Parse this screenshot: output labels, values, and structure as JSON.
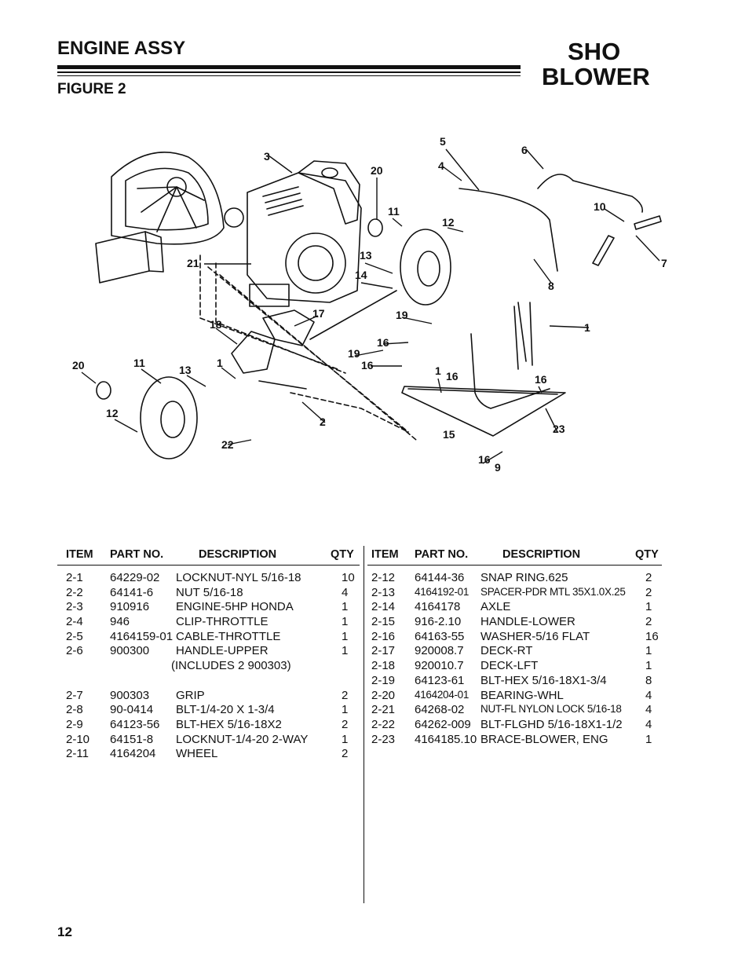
{
  "header": {
    "section": "ENGINE ASSY",
    "figure": "FIGURE 2",
    "brand_line1": "SHO",
    "brand_line2": "BLOWER"
  },
  "diagram": {
    "callouts": [
      "1",
      "1",
      "1",
      "2",
      "3",
      "4",
      "5",
      "6",
      "7",
      "8",
      "9",
      "10",
      "11",
      "11",
      "12",
      "12",
      "13",
      "13",
      "14",
      "15",
      "16",
      "16",
      "16",
      "16",
      "16",
      "17",
      "18",
      "19",
      "19",
      "20",
      "20",
      "21",
      "22",
      "23"
    ]
  },
  "table": {
    "headers": {
      "item": "ITEM",
      "part": "PART NO.",
      "desc": "DESCRIPTION",
      "qty": "QTY"
    },
    "left": [
      {
        "item": "2-1",
        "part": "64229-02",
        "desc": "LOCKNUT-NYL 5/16-18",
        "qty": "10"
      },
      {
        "item": "2-2",
        "part": "64141-6",
        "desc": "NUT 5/16-18",
        "qty": "4"
      },
      {
        "item": "2-3",
        "part": "910916",
        "desc": "ENGINE-5HP HONDA",
        "qty": "1"
      },
      {
        "item": "2-4",
        "part": "946",
        "desc": "CLIP-THROTTLE",
        "qty": "1"
      },
      {
        "item": "2-5",
        "part": "4164159-01",
        "desc": "CABLE-THROTTLE",
        "qty": "1"
      },
      {
        "item": "2-6",
        "part": "900300",
        "desc": "HANDLE-UPPER",
        "qty": "1"
      },
      {
        "item": "",
        "part": "",
        "desc": "(INCLUDES 2 900303)",
        "qty": ""
      },
      {
        "item": "",
        "part": "",
        "desc": "",
        "qty": ""
      },
      {
        "item": "2-7",
        "part": "900303",
        "desc": "GRIP",
        "qty": "2"
      },
      {
        "item": "2-8",
        "part": "90-0414",
        "desc": "BLT-1/4-20 X 1-3/4",
        "qty": "1"
      },
      {
        "item": "2-9",
        "part": "64123-56",
        "desc": "BLT-HEX 5/16-18X2",
        "qty": "2"
      },
      {
        "item": "2-10",
        "part": "64151-8",
        "desc": "LOCKNUT-1/4-20 2-WAY",
        "qty": "1"
      },
      {
        "item": "2-11",
        "part": "4164204",
        "desc": "WHEEL",
        "qty": "2"
      }
    ],
    "right": [
      {
        "item": "2-12",
        "part": "64144-36",
        "desc": "SNAP RING.625",
        "qty": "2"
      },
      {
        "item": "2-13",
        "part": "4164192-01",
        "desc": "SPACER-PDR MTL 35X1.0X.25",
        "qty": "2"
      },
      {
        "item": "2-14",
        "part": "4164178",
        "desc": "AXLE",
        "qty": "1"
      },
      {
        "item": "2-15",
        "part": "916-2.10",
        "desc": "HANDLE-LOWER",
        "qty": "2"
      },
      {
        "item": "2-16",
        "part": "64163-55",
        "desc": "WASHER-5/16 FLAT",
        "qty": "16"
      },
      {
        "item": "2-17",
        "part": "920008.7",
        "desc": "DECK-RT",
        "qty": "1"
      },
      {
        "item": "2-18",
        "part": "920010.7",
        "desc": "DECK-LFT",
        "qty": "1"
      },
      {
        "item": "2-19",
        "part": "64123-61",
        "desc": "BLT-HEX 5/16-18X1-3/4",
        "qty": "8"
      },
      {
        "item": "2-20",
        "part": "4164204-01",
        "desc": "BEARING-WHL",
        "qty": "4"
      },
      {
        "item": "2-21",
        "part": "64268-02",
        "desc": "NUT-FL NYLON LOCK 5/16-18",
        "qty": "4"
      },
      {
        "item": "2-22",
        "part": "64262-009",
        "desc": "BLT-FLGHD 5/16-18X1-1/2",
        "qty": "4"
      },
      {
        "item": "2-23",
        "part": "4164185.10",
        "desc": "BRACE-BLOWER, ENG",
        "qty": "1"
      }
    ]
  },
  "footer": {
    "page_number": "12"
  }
}
